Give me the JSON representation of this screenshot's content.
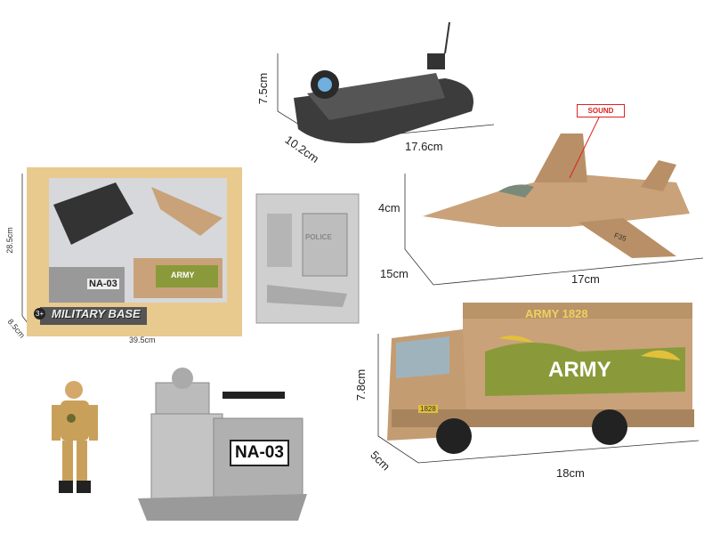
{
  "boat": {
    "height": "7.5cm",
    "depth": "10.2cm",
    "length": "17.6cm"
  },
  "jet": {
    "callout": "SOUND",
    "height": "4cm",
    "depth": "15cm",
    "length": "17cm",
    "tail_marking": "F35"
  },
  "package": {
    "height": "28.5cm",
    "depth": "8.5cm",
    "width": "39.5cm",
    "brand": "MILITARY BASE",
    "age": "3+",
    "bunker_label": "NA-03",
    "truck_label": "ARMY"
  },
  "sprue": {
    "shield_text": "POLICE"
  },
  "truck": {
    "height": "7.8cm",
    "depth": "5cm",
    "length": "18cm",
    "side_label": "ARMY",
    "top_label": "ARMY 1828",
    "cab_number": "1828"
  },
  "bunker": {
    "sign": "NA-03"
  },
  "colors": {
    "tan": "#c9a27a",
    "camo_green": "#8a9a3a",
    "camo_yellow": "#e3c03a",
    "dark_gray": "#4a4a4a",
    "silver": "#c8c8c8",
    "sound_red": "#dd2222"
  }
}
